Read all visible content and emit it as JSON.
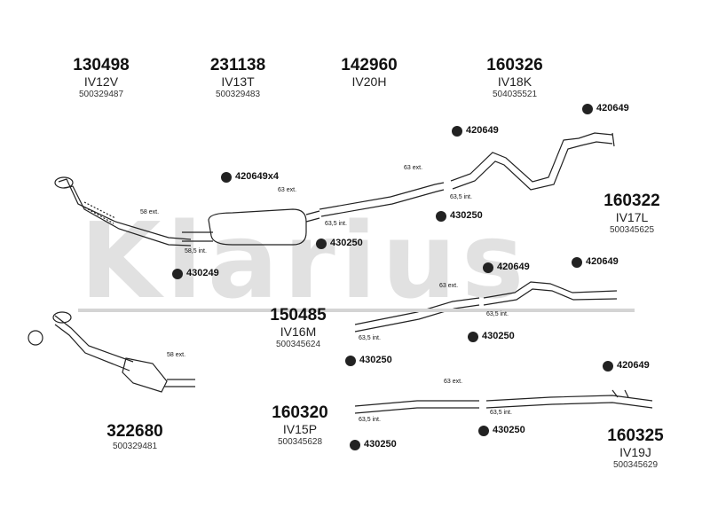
{
  "watermark": "Klarius",
  "parts": [
    {
      "id": "p130498",
      "part_no": "130498",
      "code": "IV12V",
      "oem": "500329487"
    },
    {
      "id": "p231138",
      "part_no": "231138",
      "code": "IV13T",
      "oem": "500329483"
    },
    {
      "id": "p142960",
      "part_no": "142960",
      "code": "IV20H",
      "oem": ""
    },
    {
      "id": "p160326",
      "part_no": "160326",
      "code": "IV18K",
      "oem": "504035521"
    },
    {
      "id": "p160322",
      "part_no": "160322",
      "code": "IV17L",
      "oem": "500345625"
    },
    {
      "id": "p150485",
      "part_no": "150485",
      "code": "IV16M",
      "oem": "500345624"
    },
    {
      "id": "p322680",
      "part_no": "322680",
      "code": "",
      "oem": "500329481"
    },
    {
      "id": "p160320",
      "part_no": "160320",
      "code": "IV15P",
      "oem": "500345628"
    },
    {
      "id": "p160325",
      "part_no": "160325",
      "code": "IV19J",
      "oem": "500345629"
    }
  ],
  "clamps": [
    {
      "label": "420649"
    },
    {
      "label": "420649"
    },
    {
      "label": "420649x4"
    },
    {
      "label": "430250"
    },
    {
      "label": "430250"
    },
    {
      "label": "430249"
    },
    {
      "label": "420649"
    },
    {
      "label": "420649"
    },
    {
      "label": "430250"
    },
    {
      "label": "430250"
    },
    {
      "label": "420649"
    },
    {
      "label": "430250"
    },
    {
      "label": "430250"
    }
  ],
  "dims": [
    "63 ext.",
    "63 ext.",
    "63,5 int.",
    "63,5 int.",
    "58 ext.",
    "58,5 int.",
    "63 ext.",
    "63,5 int.",
    "63,5 int.",
    "58 ext.",
    "63 ext.",
    "63,5 int.",
    "63,5 int."
  ]
}
